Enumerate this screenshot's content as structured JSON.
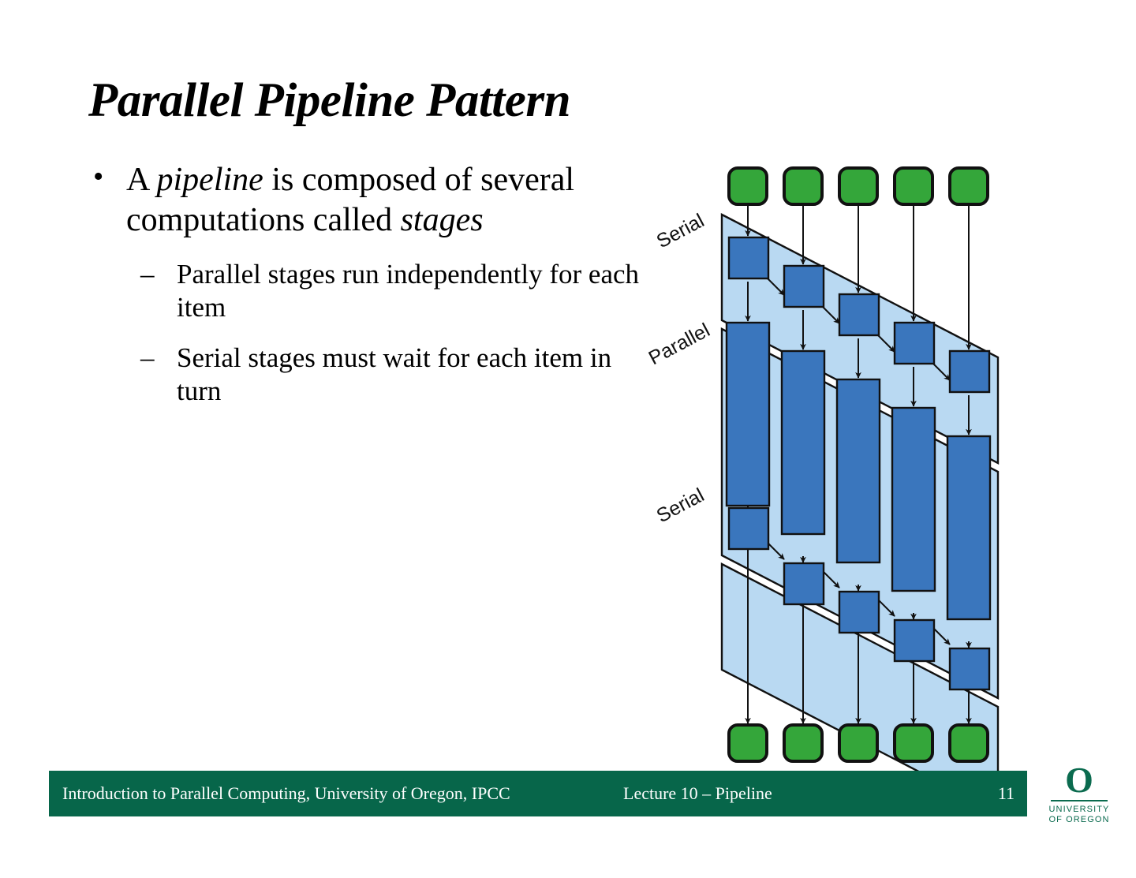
{
  "slide": {
    "title": "Parallel Pipeline Pattern",
    "bullets": {
      "main_pre": "A ",
      "main_em1": "pipeline",
      "main_mid": " is composed of several computations called ",
      "main_em2": "stages",
      "bullet_marker": "•",
      "sub_marker": "–",
      "sub1": "Parallel stages run independently for each item",
      "sub2": "Serial stages must wait for each item in turn"
    }
  },
  "diagram": {
    "name": "parallel-pipeline-diagram",
    "bands": [
      {
        "id": "band-serial-top",
        "label": "Serial",
        "kind": "serial"
      },
      {
        "id": "band-parallel",
        "label": "Parallel",
        "kind": "parallel"
      },
      {
        "id": "band-serial-bottom",
        "label": "Serial",
        "kind": "serial"
      }
    ],
    "items_count": 5,
    "colors": {
      "item_green": "#34a63a",
      "stage_blue": "#3a76bd",
      "band_light_blue": "#b9d9f2",
      "outline": "#111111",
      "arrow": "#111111"
    },
    "top_items": [
      "item-1",
      "item-2",
      "item-3",
      "item-4",
      "item-5"
    ],
    "bottom_items": [
      "result-1",
      "result-2",
      "result-3",
      "result-4",
      "result-5"
    ],
    "serial_top_stages": [
      "s1-1",
      "s1-2",
      "s1-3",
      "s1-4",
      "s1-5"
    ],
    "parallel_stages": [
      "p-1",
      "p-2",
      "p-3",
      "p-4",
      "p-5"
    ],
    "serial_bottom_stages": [
      "s2-1",
      "s2-2",
      "s2-3",
      "s2-4",
      "s2-5"
    ]
  },
  "footer": {
    "left": "Introduction to Parallel Computing, University of Oregon, IPCC",
    "center": "Lecture 10 – Pipeline",
    "page": "11",
    "bar_color": "#07664a"
  },
  "logo": {
    "glyph": "O",
    "line1": "UNIVERSITY",
    "line2": "OF OREGON",
    "color": "#0b6b4f"
  }
}
